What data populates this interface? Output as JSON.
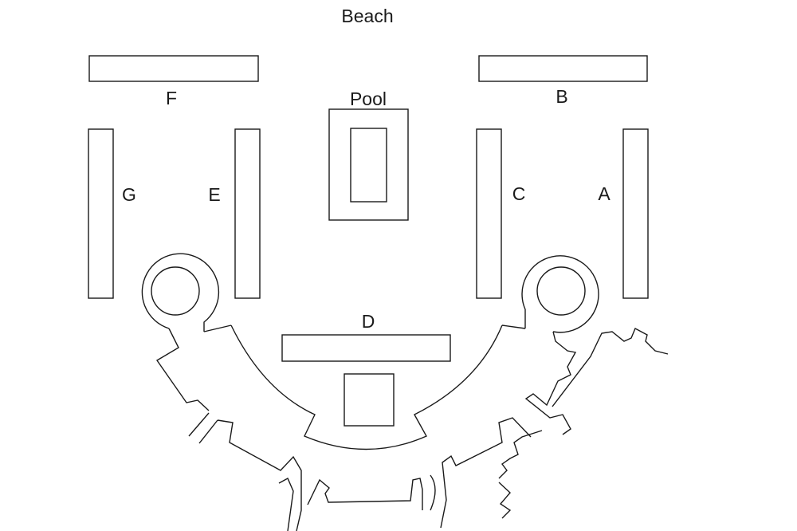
{
  "map": {
    "title": "Beach",
    "pool_label": "Pool",
    "buildings": {
      "a": "A",
      "b": "B",
      "c": "C",
      "d": "D",
      "e": "E",
      "f": "F",
      "g": "G"
    },
    "line_color": "#1a1a1a",
    "background": "#ffffff"
  }
}
